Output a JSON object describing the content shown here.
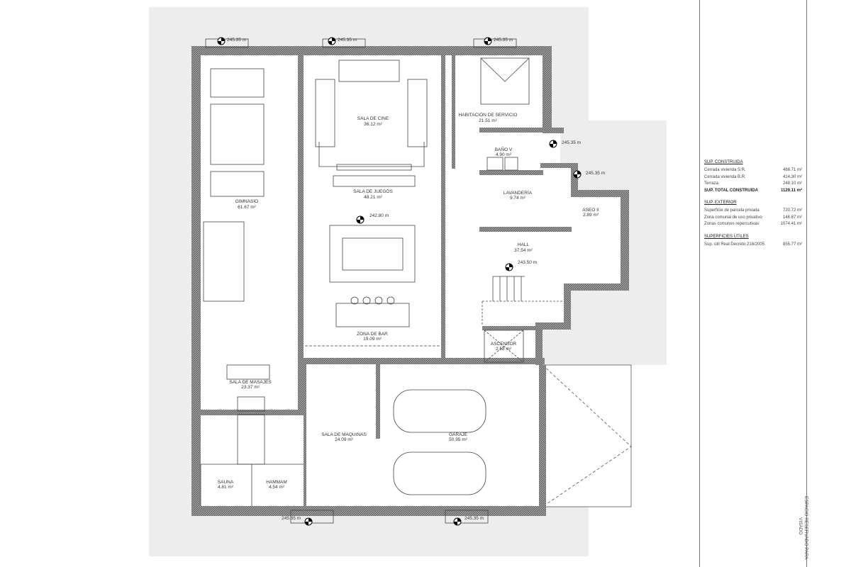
{
  "rooms": {
    "gimnasio": {
      "name": "GIMNASIO",
      "area": "61.67 m²"
    },
    "sala_cine": {
      "name": "SALA DE CINE",
      "area": "36.12 m²"
    },
    "sala_juegos": {
      "name": "SALA DE JUEGOS",
      "area": "48.21 m²"
    },
    "zona_bar": {
      "name": "ZONA DE BAR",
      "area": "19.09 m²"
    },
    "habitacion_servicio": {
      "name": "HABITACIÓN DE SERVICIO",
      "area": "21.51 m²"
    },
    "bano_v": {
      "name": "BAÑO V",
      "area": "4.90 m²"
    },
    "lavanderia": {
      "name": "LAVANDERÍA",
      "area": "9.74 m²"
    },
    "aseo_ii": {
      "name": "ASEO II",
      "area": "2.89 m²"
    },
    "hall": {
      "name": "HALL",
      "area": "37.54 m²"
    },
    "ascensor": {
      "name": "ASCENSOR",
      "area": "2.58 m²"
    },
    "sala_masajes": {
      "name": "SALA DE MASAJES",
      "area": "23.37 m²"
    },
    "sauna": {
      "name": "SAUNA",
      "area": "4.81 m²"
    },
    "hammam": {
      "name": "HAMMAM",
      "area": "4.54 m²"
    },
    "sala_maquinas": {
      "name": "SALA DE MAQUINAS",
      "area": "24.09 m²"
    },
    "garaje": {
      "name": "GARAJE",
      "area": "50.95 m²"
    }
  },
  "levels": [
    "245.35 m",
    "245.35 m",
    "245.35 m",
    "245.35 m",
    "245.35 m",
    "245.35 m",
    "245.35 m",
    "242.80 m",
    "243.50 m"
  ],
  "summary": {
    "construida": {
      "title": "SUP. CONSTRUIDA",
      "rows": [
        {
          "label": "Cerrada vivienda S.R.",
          "value": "466.71 m²"
        },
        {
          "label": "Cerrada vivienda B.R.",
          "value": "414.30 m²"
        },
        {
          "label": "Terraza",
          "value": "248.10 m²"
        }
      ],
      "total_label": "SUP. TOTAL CONSTRUIDA",
      "total_value": "1129.11 m²"
    },
    "exterior": {
      "title": "SUP. EXTERIOR",
      "rows": [
        {
          "label": "Superficie de parcela privada",
          "value": "720.72 m²"
        },
        {
          "label": "Zona comunal de uso privativo",
          "value": "146.87 m²"
        },
        {
          "label": "Zonas comunes repercutivas",
          "value": "1074.41 m²"
        }
      ]
    },
    "utiles": {
      "title": "SUPERFICIES ÚTILES",
      "rows": [
        {
          "label": "Sup. útil Real Decreto 218/2005",
          "value": "855.77 m²"
        }
      ]
    }
  },
  "visado": {
    "line1": "ESPACIO RESERVADO PARA",
    "line2": "VISADO"
  }
}
